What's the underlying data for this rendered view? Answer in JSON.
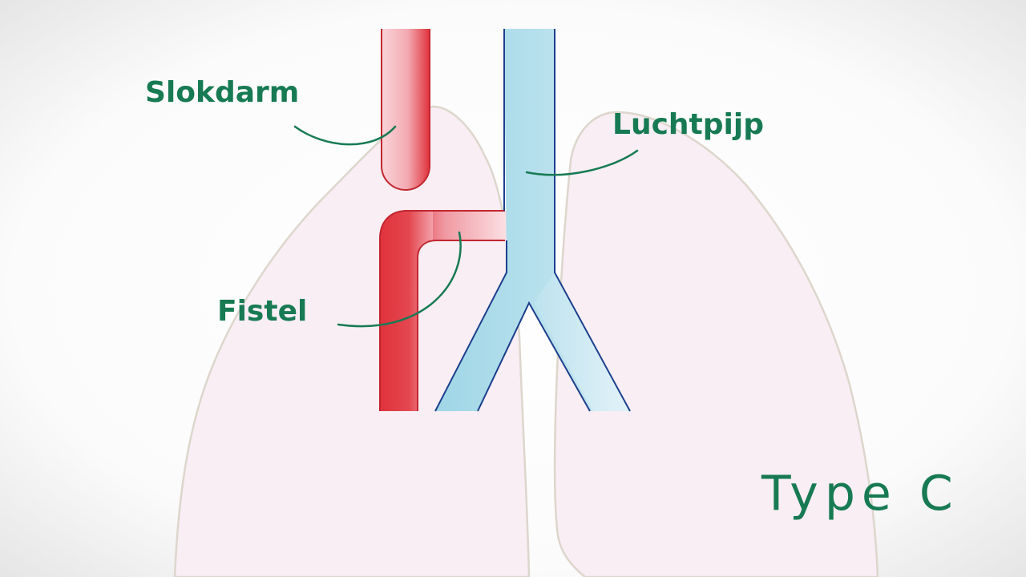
{
  "labels": {
    "esophagus": "Slokdarm",
    "trachea": "Luchtpijp",
    "fistula": "Fistel"
  },
  "type_label": "Type C",
  "colors": {
    "label_green": "#177a53",
    "esophagus_red": "#e0323c",
    "trachea_blue": "#a9dbea",
    "trachea_outline": "#1c3f8c",
    "lung_fill": "#f8eef4",
    "lung_outline": "#ddd6cc",
    "background": "#f0f0f0"
  }
}
